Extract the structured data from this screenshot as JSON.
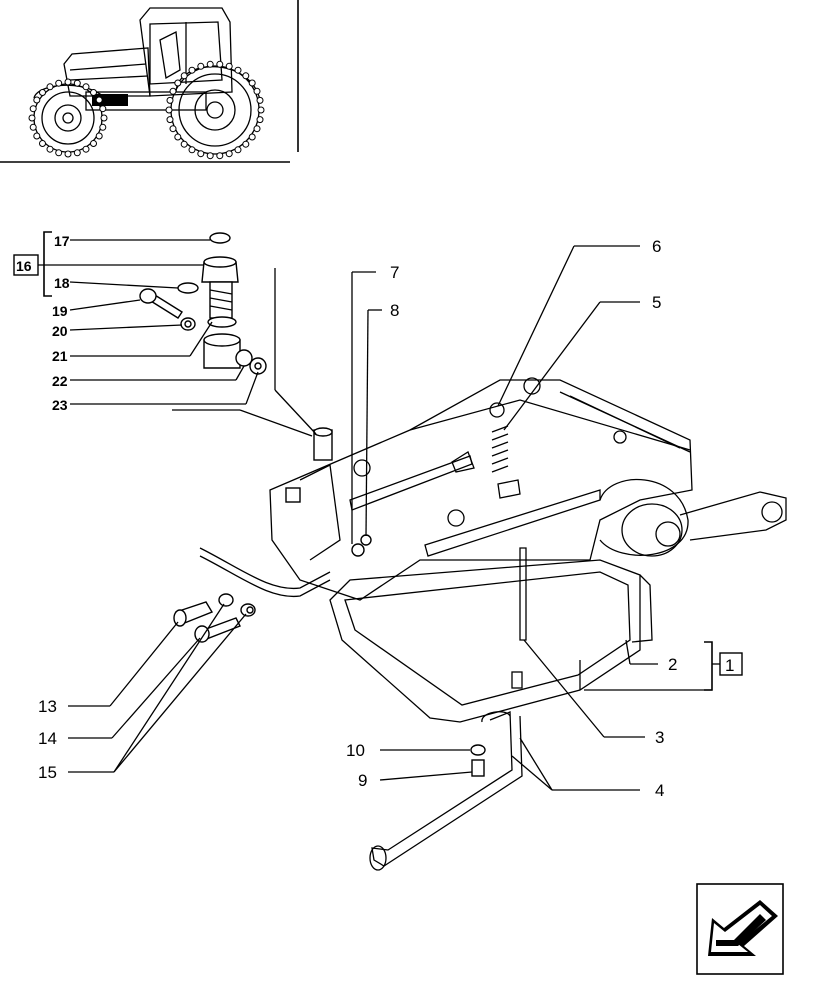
{
  "header_thumbnail": {
    "icon": "tractor-icon"
  },
  "callouts": {
    "l2": "2",
    "l3": "3",
    "l4": "4",
    "l5": "5",
    "l6": "6",
    "l7": "7",
    "l8": "8",
    "l9": "9",
    "l10": "10",
    "l13": "13",
    "l14": "14",
    "l15": "15",
    "l17": "17",
    "l18": "18",
    "l19": "19",
    "l20": "20",
    "l21": "21",
    "l22": "22",
    "l23": "23"
  },
  "boxes": {
    "kit_1": "1",
    "kit_16": "16"
  },
  "nav": {
    "icon": "arrow-left-down-icon"
  }
}
